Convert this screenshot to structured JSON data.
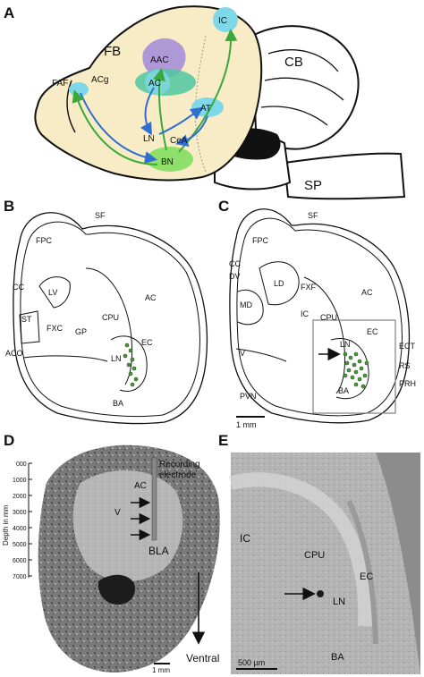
{
  "panels": {
    "a": "A",
    "b": "B",
    "c": "C",
    "d": "D",
    "e": "E"
  },
  "panelA": {
    "FB": "FB",
    "CB": "CB",
    "SP": "SP",
    "IC": "IC",
    "AAC": "AAC",
    "AC": "AC",
    "AT": "AT",
    "LN": "LN",
    "CeA": "CeA",
    "BN": "BN",
    "FAF": "FAF",
    "ACg": "ACg"
  },
  "panelB": {
    "FPC": "FPC",
    "SF": "SF",
    "CC": "CC",
    "LV": "LV",
    "ST": "ST",
    "FXC": "FXC",
    "GP": "GP",
    "CPU": "CPU",
    "AC": "AC",
    "EC": "EC",
    "LN": "LN",
    "BA": "BA",
    "ACO": "ACO"
  },
  "panelC": {
    "FPC": "FPC",
    "SF": "SF",
    "CC": "CC",
    "DV": "DV",
    "LD": "LD",
    "FXF": "FXF",
    "MD": "MD",
    "AC": "AC",
    "IC": "IC",
    "CPU": "CPU",
    "LN": "LN",
    "EC": "EC",
    "ECT": "ECT",
    "RS": "RS",
    "PRH": "PRH",
    "V": "V",
    "BA": "BA",
    "PVN": "PVN",
    "scale": "1 mm"
  },
  "panelD": {
    "yaxis": "Depth in mm",
    "ticks": [
      "000",
      "1000",
      "2000",
      "3000",
      "4000",
      "5000",
      "6000",
      "7000"
    ],
    "rec1": "Recording",
    "rec2": "electrode",
    "AC": "AC",
    "V": "V",
    "BLA": "BLA",
    "ventral": "Ventral",
    "scale": "1 mm"
  },
  "panelE": {
    "IC": "IC",
    "CPU": "CPU",
    "EC": "EC",
    "LN": "LN",
    "BA": "BA",
    "scale": "500 µm"
  },
  "colors": {
    "brain_fill": "#f8ecc6",
    "ic_circle": "#7fd8e8",
    "aac_fill": "#a58fd6",
    "ac_fill": "#4fc7a0",
    "bn_fill": "#8ee06a",
    "arrow_green": "#3aa83a",
    "arrow_blue": "#2f6fd0",
    "cell_dot": "#4c9a3c"
  }
}
